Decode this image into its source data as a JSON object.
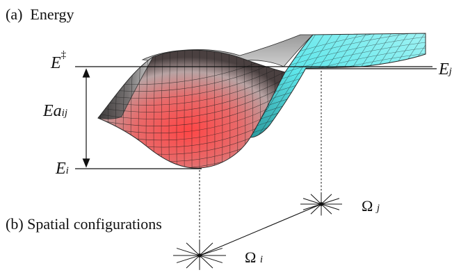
{
  "labels": {
    "panel_a_marker": "(a)",
    "panel_a_title": "Energy",
    "panel_b_marker": "(b)",
    "panel_b_title": "Spatial configurations",
    "transition_energy": {
      "base": "E",
      "sup": "‡"
    },
    "energy_i": {
      "base": "E",
      "sub": "i"
    },
    "energy_j": {
      "base": "E",
      "sub": "j"
    },
    "activation_energy": {
      "base": "Ea",
      "sub": "ij"
    },
    "config_i": {
      "base": "Ω",
      "sub": "i"
    },
    "config_j": {
      "base": "Ω",
      "sub": "j"
    }
  },
  "colors": {
    "surface_basin": "#ff4a4a",
    "surface_rim": "#3a3a3a",
    "surface_far": "#5ee6ea",
    "mesh_lines": "#1c1c1c",
    "lines": "#111111"
  }
}
